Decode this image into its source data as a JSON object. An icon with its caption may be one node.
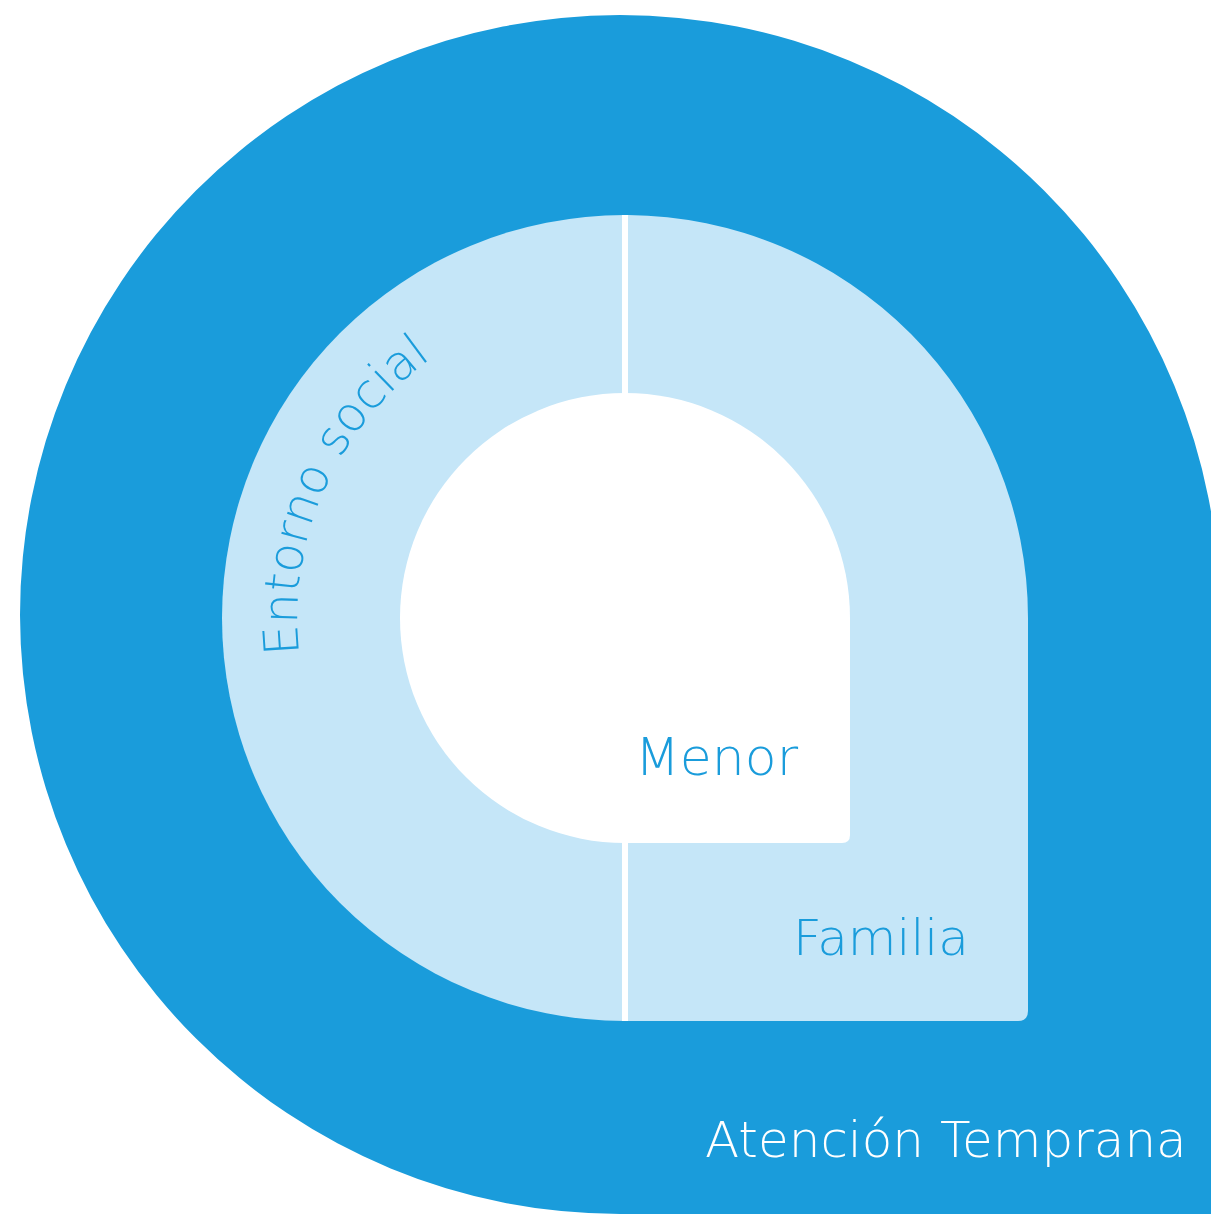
{
  "diagram": {
    "nodes": [
      {
        "text": [
          "Atención Temprana"
        ]
      },
      {
        "text": [
          "Entorno social"
        ],
        "in": 0
      },
      {
        "text": [
          "Familia"
        ],
        "in": 0
      },
      {
        "text": [
          "Menor"
        ],
        "in": 0
      }
    ]
  }
}
